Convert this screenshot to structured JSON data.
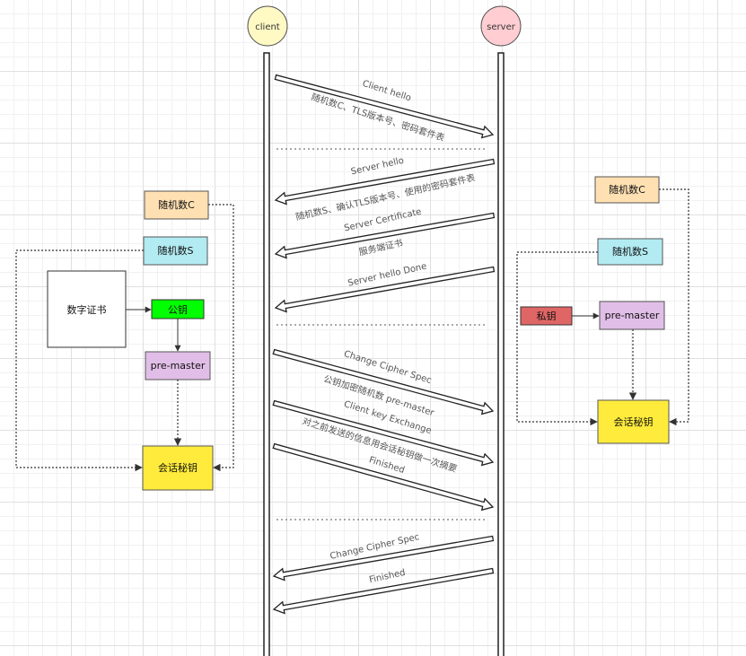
{
  "actors": {
    "client": {
      "label": "client",
      "color": "#fff9c4"
    },
    "server": {
      "label": "server",
      "color": "#ffcdd2"
    }
  },
  "messages": {
    "client_hello": "Client hello",
    "client_hello_detail": "随机数C、TLS版本号、密码套件表",
    "server_hello": "Server hello",
    "server_hello_detail": "随机数S、确认TLS版本号、使用的密码套件表",
    "server_certificate": "Server Certificate",
    "server_certificate_detail": "服务端证书",
    "server_hello_done": "Server hello Done",
    "change_cipher_spec_client": "Change Cipher Spec",
    "change_cipher_spec_client_detail": "公钥加密随机数 pre-master",
    "client_key_exchange": "Client key Exchange",
    "client_key_exchange_detail": "对之前发送的信息用会话秘钥做一次摘要",
    "finished_client": "Finished",
    "change_cipher_spec_server": "Change Cipher Spec",
    "finished_server": "Finished"
  },
  "client_side": {
    "random_c": "随机数C",
    "random_s": "随机数S",
    "certificate": "数字证书",
    "public_key": "公钥",
    "pre_master": "pre-master",
    "session_key": "会话秘钥"
  },
  "server_side": {
    "random_c": "随机数C",
    "random_s": "随机数S",
    "private_key": "私钥",
    "pre_master": "pre-master",
    "session_key": "会话秘钥"
  },
  "colors": {
    "random_c": "#ffe0b2",
    "random_s": "#b2ebf2",
    "public_key": "#00ff00",
    "private_key": "#e06666",
    "pre_master": "#e1bee7",
    "session_key": "#ffeb3b",
    "certificate": "#ffffff"
  }
}
